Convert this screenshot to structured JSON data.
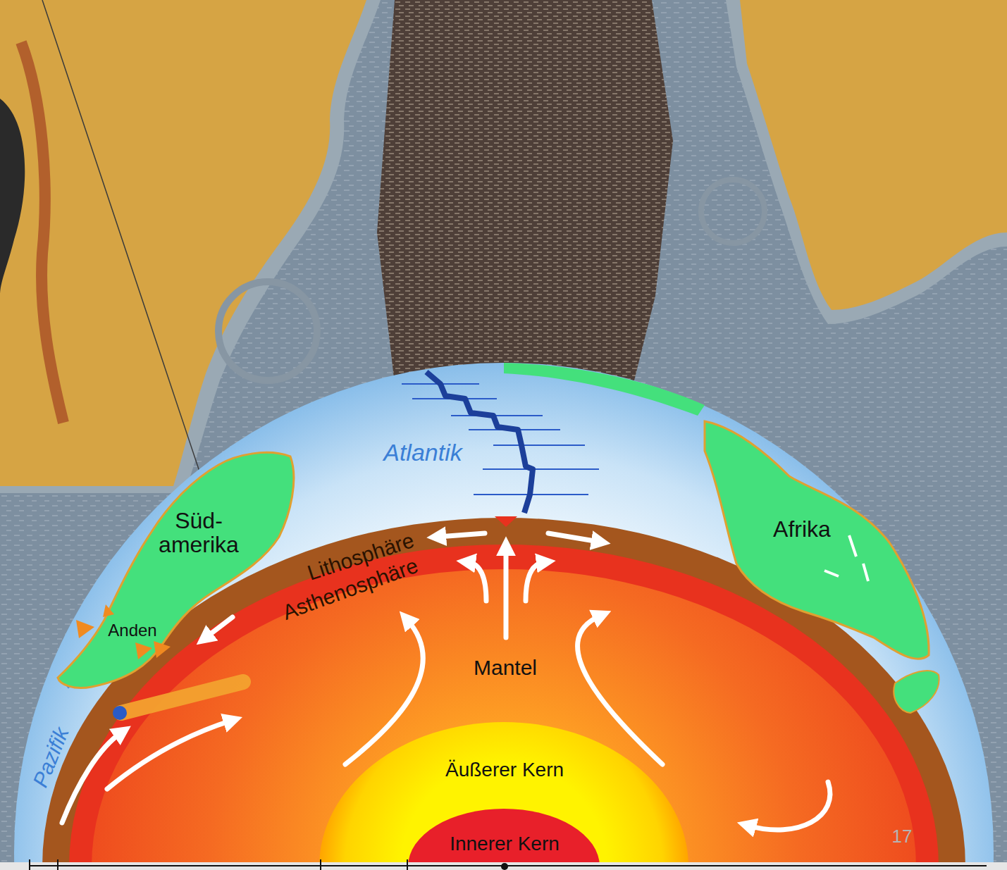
{
  "diagram": {
    "labels": [
      "Atlantik",
      "Süd- amerika",
      "Lithosphäre",
      "Asthenosphäre",
      "Afrika",
      "Anden",
      "Mantel",
      "Pazifik",
      "Äußerer Kern",
      "Innerer Kern",
      "17"
    ]
  }
}
